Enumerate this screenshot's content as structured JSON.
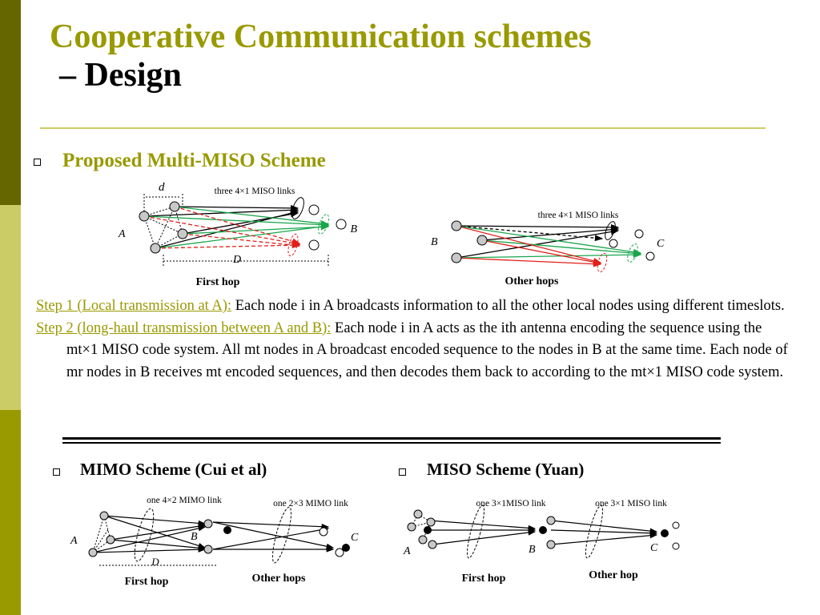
{
  "title": {
    "line1": "Cooperative Communication schemes",
    "line2": "– Design"
  },
  "section_proposed": {
    "heading": "Proposed Multi-MISO Scheme",
    "first_diagram": {
      "label_d": "d",
      "label_A": "A",
      "label_B": "B",
      "label_D": "D",
      "annotation": "three 4×1 MISO links",
      "caption": "First hop"
    },
    "second_diagram": {
      "label_B": "B",
      "label_C": "C",
      "annotation": "three 4×1 MISO links",
      "caption": "Other hops"
    }
  },
  "steps": [
    {
      "label": "Step 1 (Local transmission at A):",
      "text": " Each node i in A broadcasts information to all the other local nodes using different timeslots."
    },
    {
      "label": "Step 2 (long-haul transmission between A and B):",
      "text": " Each node i in A acts as the ith antenna encoding the sequence using the mt×1 MISO code system. All mt nodes in A broadcast encoded sequence to the nodes in B at the same time. Each node of mr nodes in B receives mt encoded sequences, and then decodes them back to according to the mt×1 MISO code system."
    }
  ],
  "section_mimo": {
    "heading": "MIMO Scheme (Cui et al)",
    "diagram": {
      "annotation_1": "one  4×2 MIMO link",
      "annotation_2": "one 2×3 MIMO link",
      "label_A": "A",
      "label_B": "B",
      "label_C": "C",
      "label_D": "D",
      "caption_1": "First hop",
      "caption_2": "Other hops"
    }
  },
  "section_miso": {
    "heading": "MISO Scheme (Yuan)",
    "diagram": {
      "annotation_1": "one 3×1MISO link",
      "annotation_2": "one 3×1 MISO  link",
      "label_A": "A",
      "label_B": "B",
      "label_C": "C",
      "caption_1": "First hop",
      "caption_2": "Other hop"
    }
  },
  "colors": {
    "accent": "#999900",
    "sidebar_dark": "#666600",
    "sidebar_light": "#cccc66",
    "link_green": "#19a64b",
    "link_red": "#e0201b"
  }
}
